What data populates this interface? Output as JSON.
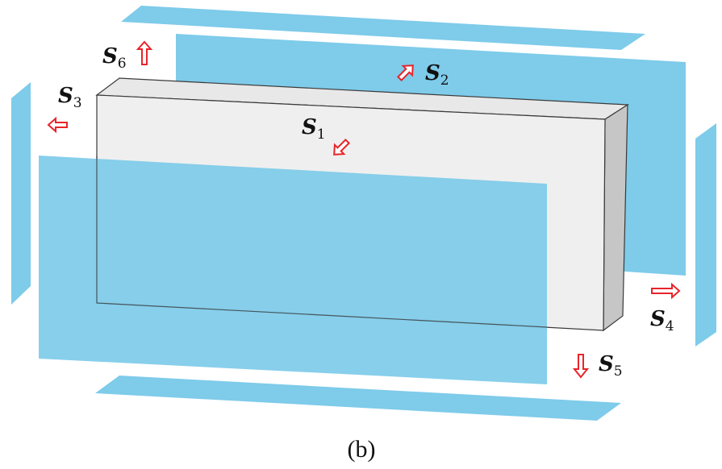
{
  "figure": {
    "caption": "(b)",
    "colors": {
      "plane": "#7ecbea",
      "block_front": "#efefef",
      "block_top": "#e8e8e8",
      "block_side": "#c6c6c6",
      "arrow": "#e8242a",
      "outline": "#3a3a3a"
    },
    "surfaces": [
      {
        "symbol": "S",
        "index": "1"
      },
      {
        "symbol": "S",
        "index": "2"
      },
      {
        "symbol": "S",
        "index": "3"
      },
      {
        "symbol": "S",
        "index": "4"
      },
      {
        "symbol": "S",
        "index": "5"
      },
      {
        "symbol": "S",
        "index": "6"
      }
    ]
  }
}
